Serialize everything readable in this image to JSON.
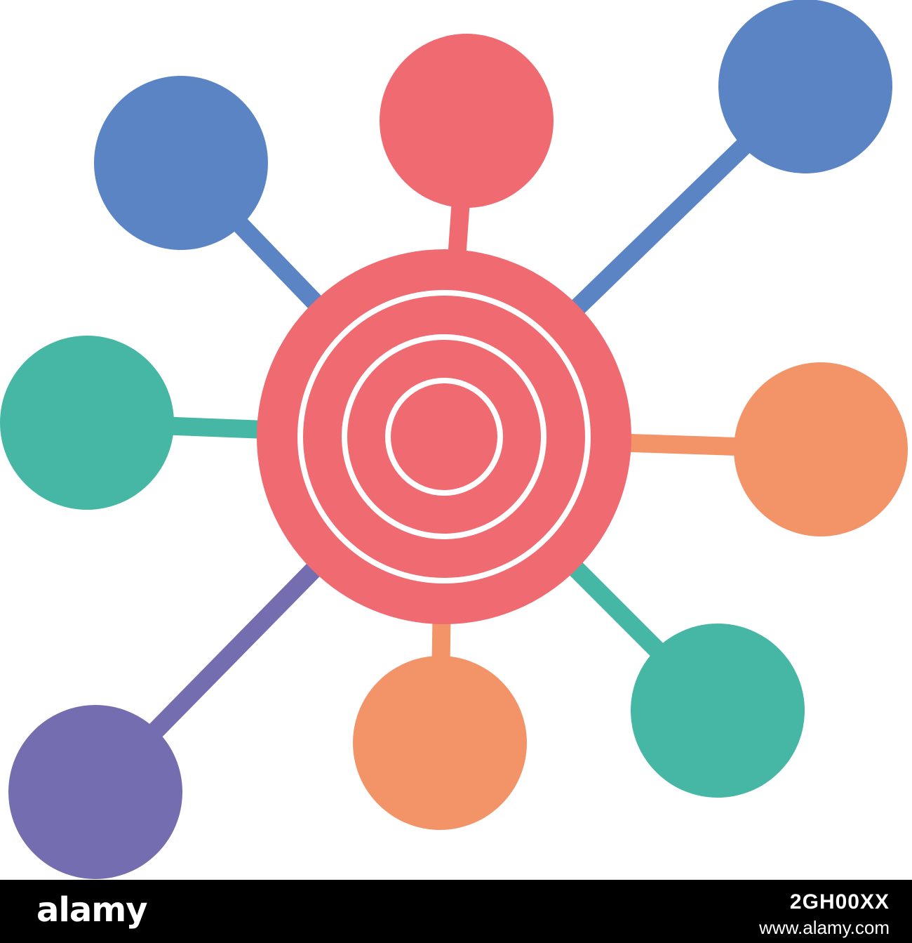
{
  "colors": {
    "background": "#ffffff",
    "center": "#f06a72",
    "center_rings": "#ffffff",
    "blue": "#5b84c4",
    "red": "#f06a72",
    "green": "#45b7a4",
    "orange": "#f39368",
    "purple": "#746eb0",
    "footer": "#000000",
    "footer_text": "#ffffff"
  },
  "diagram": {
    "center_node": {
      "name": "center-target-node",
      "color": "#f06a72",
      "ring_count": 3
    },
    "nodes": [
      {
        "name": "node-top-left",
        "color": "#5b84c4",
        "connector_color": "#5b84c4"
      },
      {
        "name": "node-top",
        "color": "#f06a72",
        "connector_color": "#f06a72"
      },
      {
        "name": "node-top-right",
        "color": "#5b84c4",
        "connector_color": "#5b84c4"
      },
      {
        "name": "node-left",
        "color": "#45b7a4",
        "connector_color": "#45b7a4"
      },
      {
        "name": "node-right",
        "color": "#f39368",
        "connector_color": "#f39368"
      },
      {
        "name": "node-bottom-left",
        "color": "#746eb0",
        "connector_color": "#746eb0"
      },
      {
        "name": "node-bottom",
        "color": "#f39368",
        "connector_color": "#f39368"
      },
      {
        "name": "node-bottom-right",
        "color": "#45b7a4",
        "connector_color": "#45b7a4"
      }
    ]
  },
  "watermark": {
    "brand": "alamy",
    "image_id": "2GH00XX",
    "url": "www.alamy.com"
  }
}
